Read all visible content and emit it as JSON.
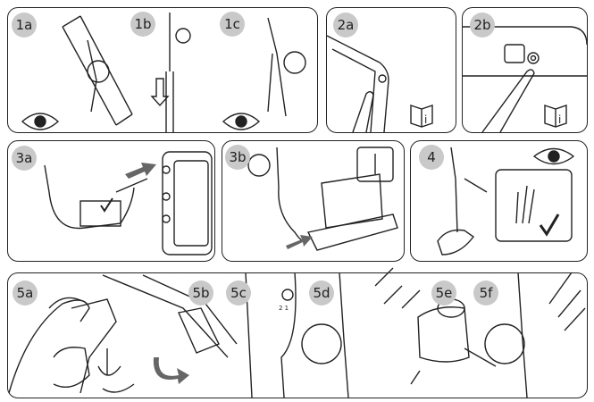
{
  "steps": {
    "s1a": "1a",
    "s1b": "1b",
    "s1c": "1c",
    "s2a": "2a",
    "s2b": "2b",
    "s3a": "3a",
    "s3b": "3b",
    "s4": "4",
    "s5a": "5a",
    "s5b": "5b",
    "s5c": "5c",
    "s5d": "5d",
    "s5e": "5e",
    "s5f": "5f"
  },
  "colors": {
    "badge": "#c9c9c9",
    "line": "#222222",
    "arrow": "#666666"
  },
  "icons": [
    "eye-icon",
    "manual-info-icon",
    "check-icon",
    "arrow-right-icon",
    "arrow-down-icon",
    "rotate-arrow-icon"
  ]
}
